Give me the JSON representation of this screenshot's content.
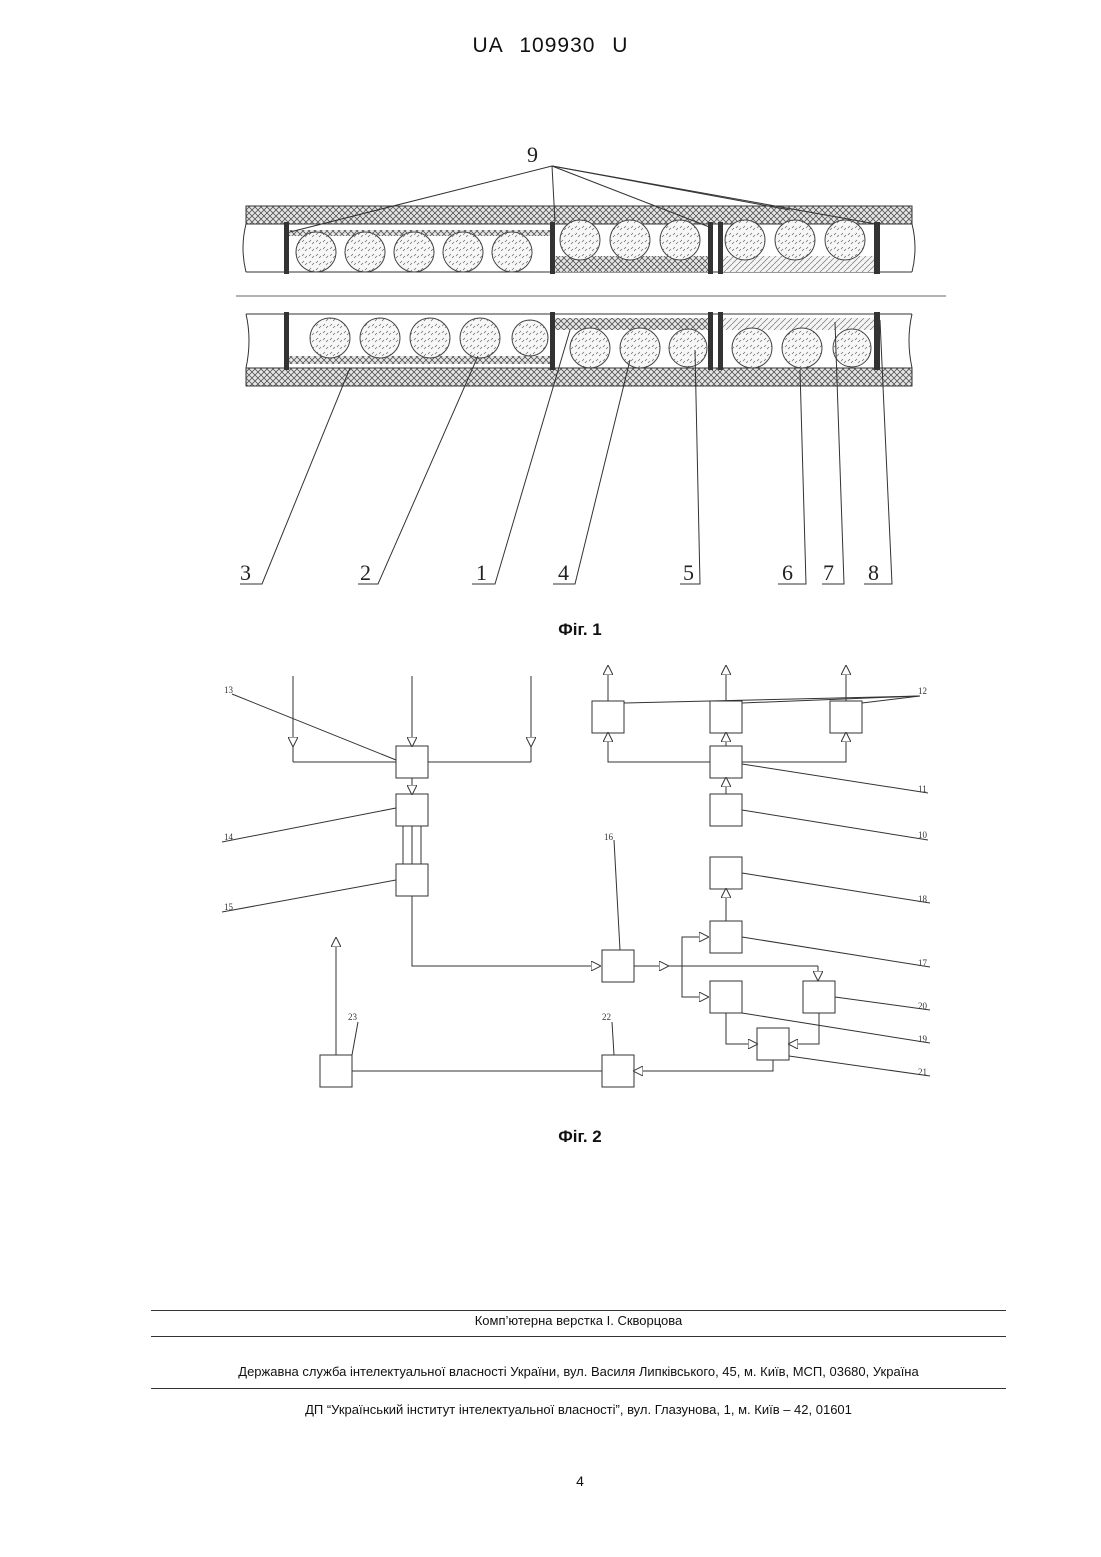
{
  "header": {
    "doc_number": "UA   109930   U"
  },
  "figure1": {
    "caption": "Фіг. 1",
    "labels": [
      "9",
      "3",
      "2",
      "1",
      "4",
      "5",
      "6",
      "7",
      "8"
    ]
  },
  "figure2": {
    "caption": "Фіг. 2",
    "labels": [
      "13",
      "12",
      "11",
      "10",
      "14",
      "15",
      "16",
      "18",
      "17",
      "20",
      "19",
      "21",
      "22",
      "23"
    ]
  },
  "footer": {
    "layout_credit": "Комп’ютерна верстка І. Скворцова",
    "publisher": "Державна служба інтелектуальної власності України, вул. Василя Липківського, 45, м. Київ, МСП, 03680, Україна",
    "institute": "ДП “Український інститут інтелектуальної власності”, вул. Глазунова, 1, м. Київ – 42, 01601",
    "page_number": "4"
  }
}
